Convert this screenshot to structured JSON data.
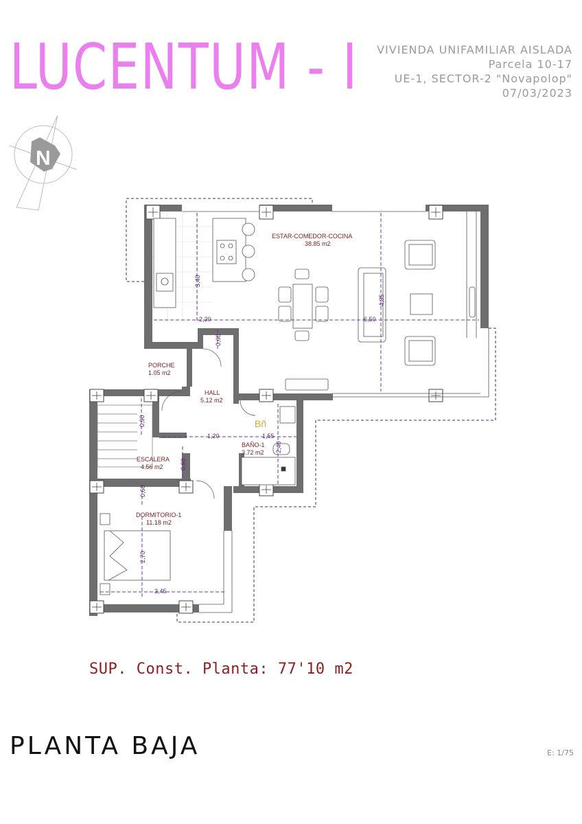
{
  "header": {
    "title": "LUCENTUM - I",
    "info": [
      "VIVIENDA UNIFAMILIAR AISLADA",
      "Parcela 10-17",
      "UE-1, SECTOR-2 \"Novapolop\"",
      "07/03/2023"
    ]
  },
  "compass": {
    "label": "N"
  },
  "rooms": {
    "estar": {
      "name": "ESTAR-COMEDOR-COCINA",
      "area": "38.85 m2"
    },
    "porche": {
      "name": "PORCHE",
      "area": "1.05 m2"
    },
    "hall": {
      "name": "HALL",
      "area": "5.12 m2"
    },
    "bano": {
      "name": "BAÑO-1",
      "area": "3.72 m2"
    },
    "escalera": {
      "name": "ESCALERA",
      "area": "4.56 m2"
    },
    "dormitorio": {
      "name": "DORMITORIO-1",
      "area": "11.18 m2"
    }
  },
  "bath_tag": "Bñ",
  "dimensions": {
    "kitchen_height": "3,40",
    "kitchen_width": "2,30",
    "living_height": "4,85",
    "living_width": "6,50",
    "hall_depth": "0,60",
    "hall_width": "1,20",
    "bath_width": "1,55",
    "bath_height": "2,40",
    "stair_top": "0,90",
    "stair_bottom": "0,90",
    "bedroom_top": "0,60",
    "bedroom_height": "2,70",
    "bedroom_width": "3,45"
  },
  "surface": "SUP. Const. Planta: 77'10 m2",
  "plan_title": "PLANTA BAJA",
  "scale": "E: 1/75",
  "colors": {
    "title": "#ea80ee",
    "wall": "#6e6e6e",
    "dimension": "#6a3aa0",
    "room_label": "#7a1d1d",
    "surface": "#8e1f1f"
  }
}
